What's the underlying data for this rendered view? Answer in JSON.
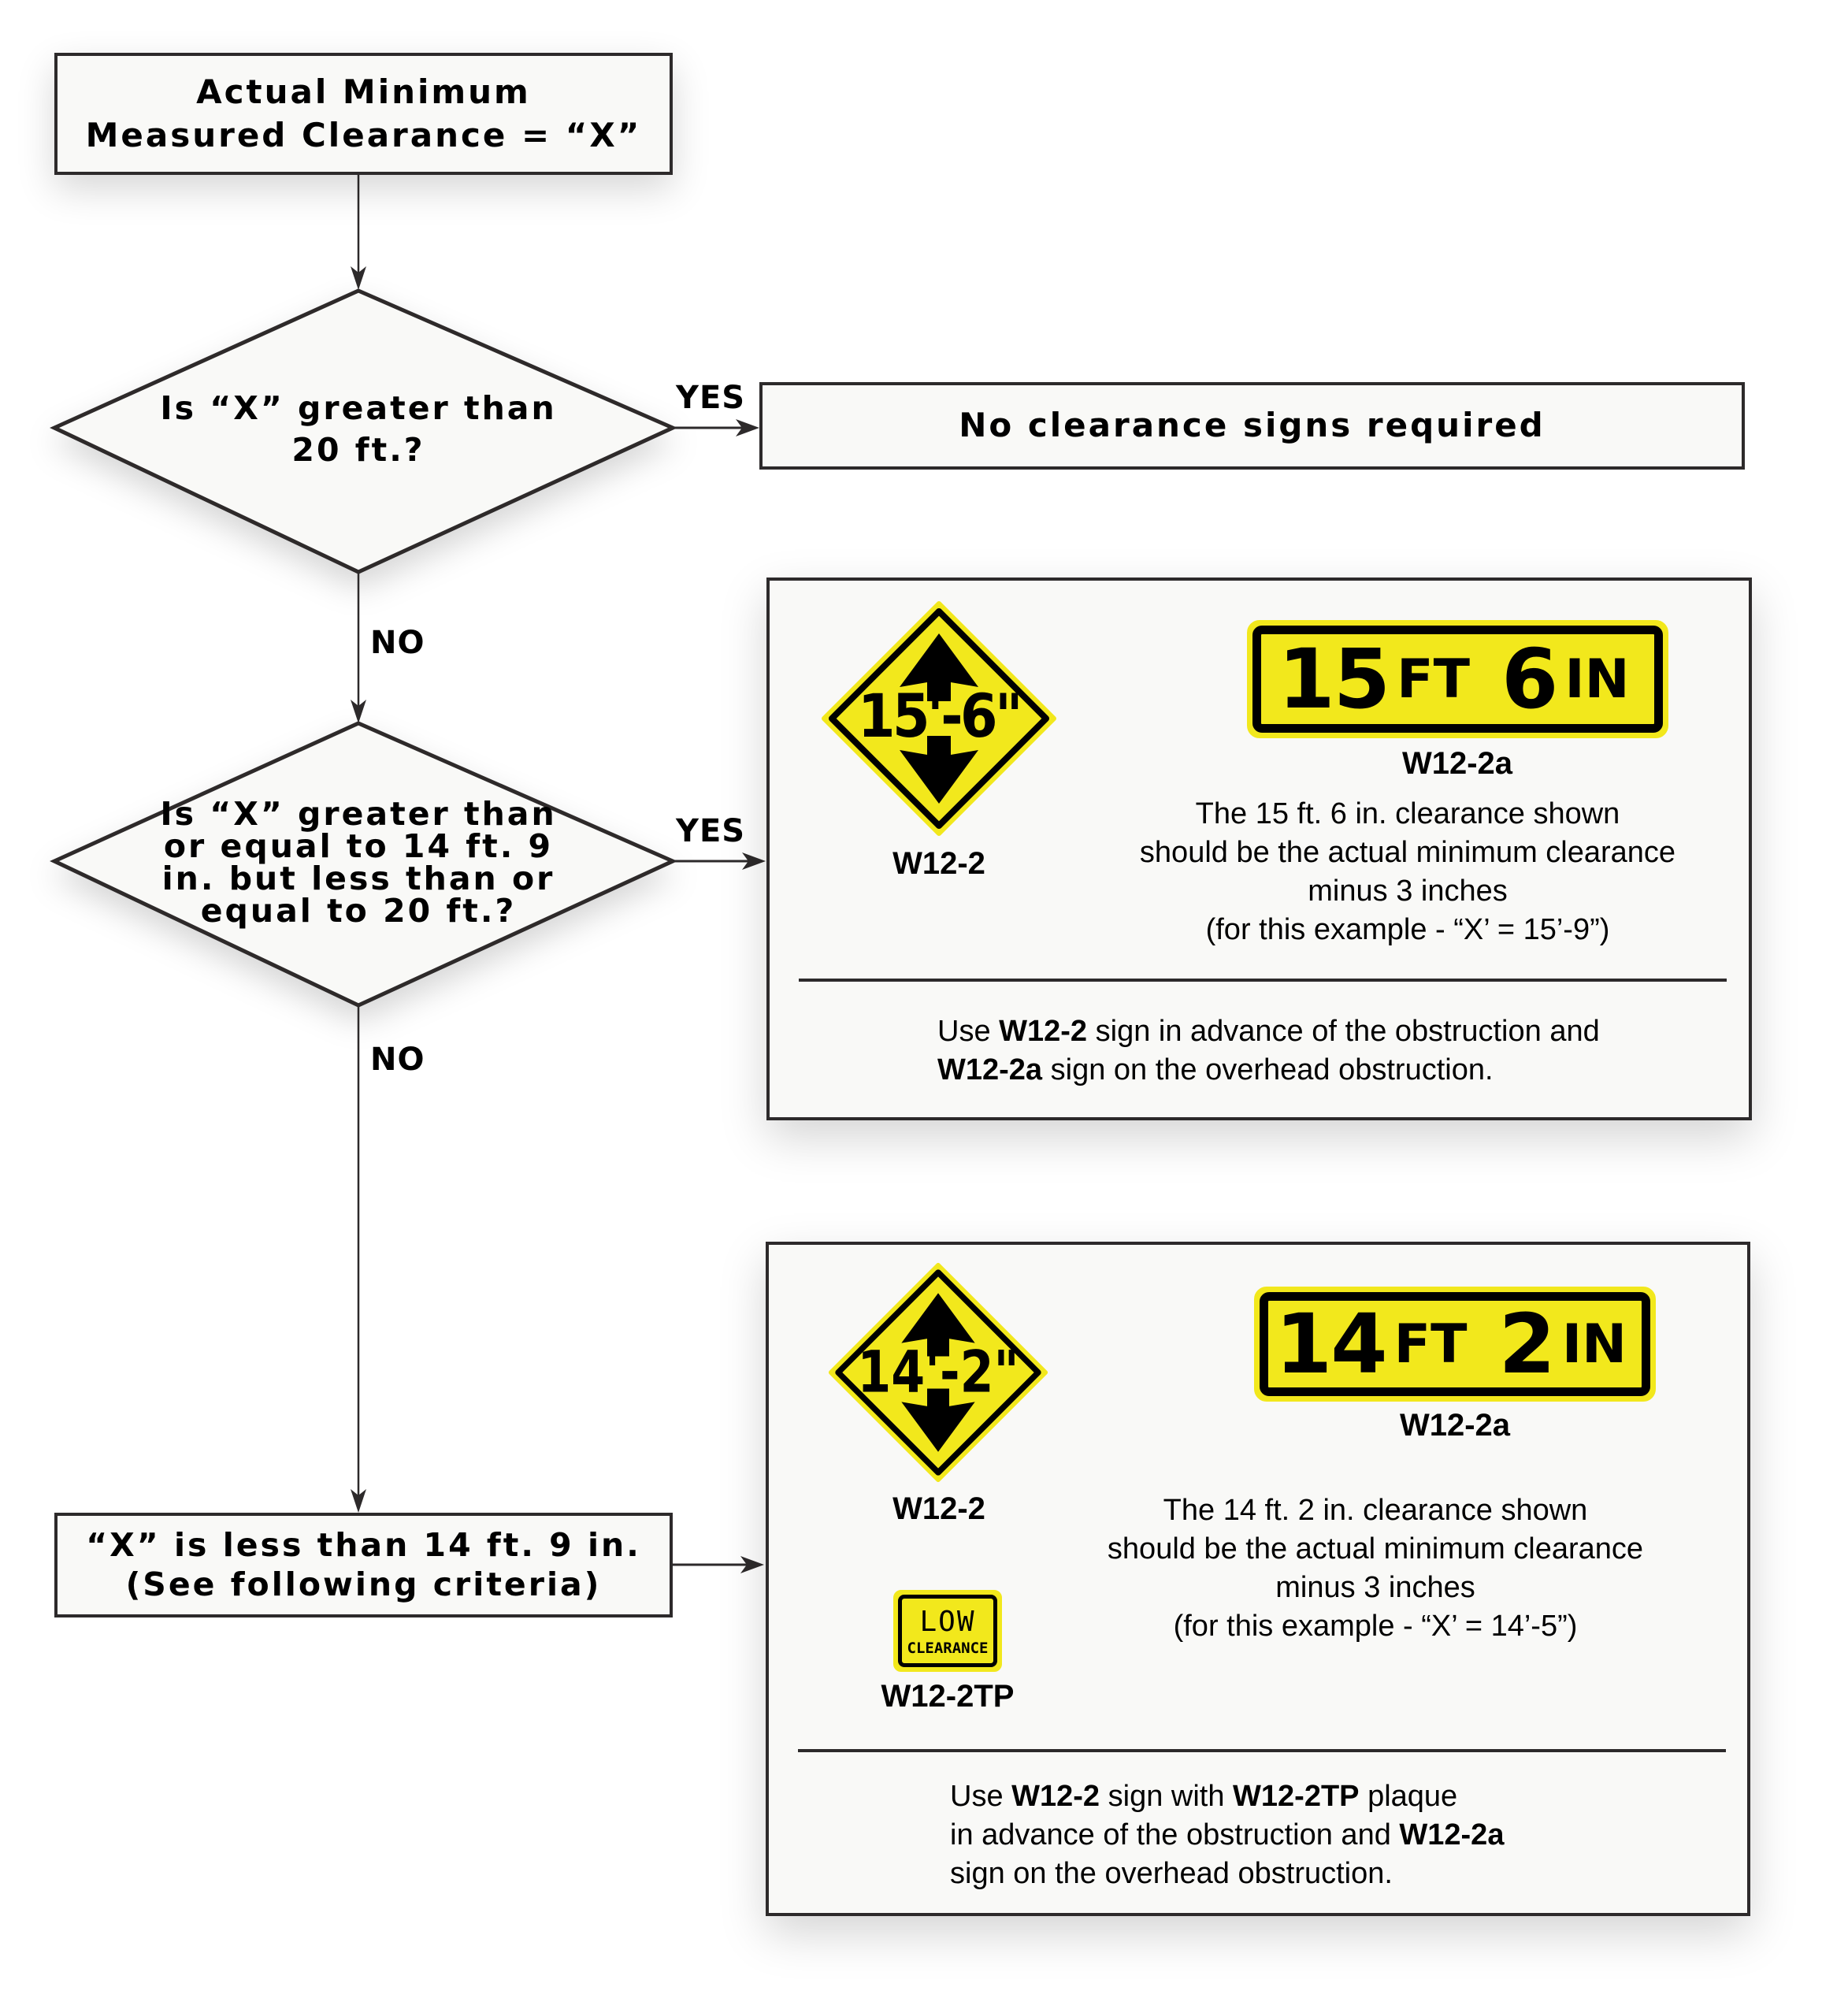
{
  "flowchart": {
    "start_box": {
      "line1": "Actual Minimum",
      "line2": "Measured Clearance = “X”"
    },
    "decision1": {
      "line1": "Is “X” greater than",
      "line2": "20 ft.?",
      "yes_label": "YES",
      "no_label": "NO"
    },
    "no_signs_box": {
      "text": "No clearance signs required"
    },
    "decision2": {
      "line1": "Is “X” greater than",
      "line2": "or equal to 14 ft. 9",
      "line3": "in. but less than or",
      "line4": "equal to 20 ft.?",
      "yes_label": "YES",
      "no_label": "NO"
    },
    "less_box": {
      "line1": "“X” is less than 14 ft. 9 in.",
      "line2": "(See following criteria)"
    }
  },
  "panel1": {
    "diamond_sign": {
      "text": "15'-6\"",
      "code": "W12-2"
    },
    "rect_sign": {
      "ft_value": "15",
      "ft_unit": "FT",
      "in_value": "6",
      "in_unit": "IN",
      "code": "W12-2a"
    },
    "description": {
      "line1": "The 15 ft. 6 in. clearance shown",
      "line2": "should be the actual minimum clearance",
      "line3": "minus 3 inches",
      "line4": "(for this example - “X’ = 15’-9”)"
    },
    "usage": {
      "l1_pre": "Use ",
      "l1_bold": "W12-2",
      "l1_post": " sign in advance of the obstruction and",
      "l2_bold": "W12-2a",
      "l2_post": " sign on the overhead obstruction."
    }
  },
  "panel2": {
    "diamond_sign": {
      "text": "14'-2\"",
      "code": "W12-2"
    },
    "rect_sign": {
      "ft_value": "14",
      "ft_unit": "FT",
      "in_value": "2",
      "in_unit": "IN",
      "code": "W12-2a"
    },
    "plaque": {
      "line1": "LOW",
      "line2": "CLEARANCE",
      "code": "W12-2TP"
    },
    "description": {
      "line1": "The 14 ft. 2 in. clearance shown",
      "line2": "should be the actual minimum clearance",
      "line3": "minus 3 inches",
      "line4": "(for this example - “X’ = 14’-5”)"
    },
    "usage": {
      "l1_pre": "Use ",
      "l1_bold1": "W12-2",
      "l1_mid": " sign with ",
      "l1_bold2": "W12-2TP",
      "l1_post": " plaque",
      "l2_pre": "in advance of the obstruction and ",
      "l2_bold": "W12-2a",
      "l3": "sign on the overhead obstruction."
    }
  },
  "colors": {
    "sign_yellow": "#f2e81c",
    "sign_black": "#000000",
    "stroke": "#2d2a2b",
    "box_fill": "#f9f9f7"
  }
}
